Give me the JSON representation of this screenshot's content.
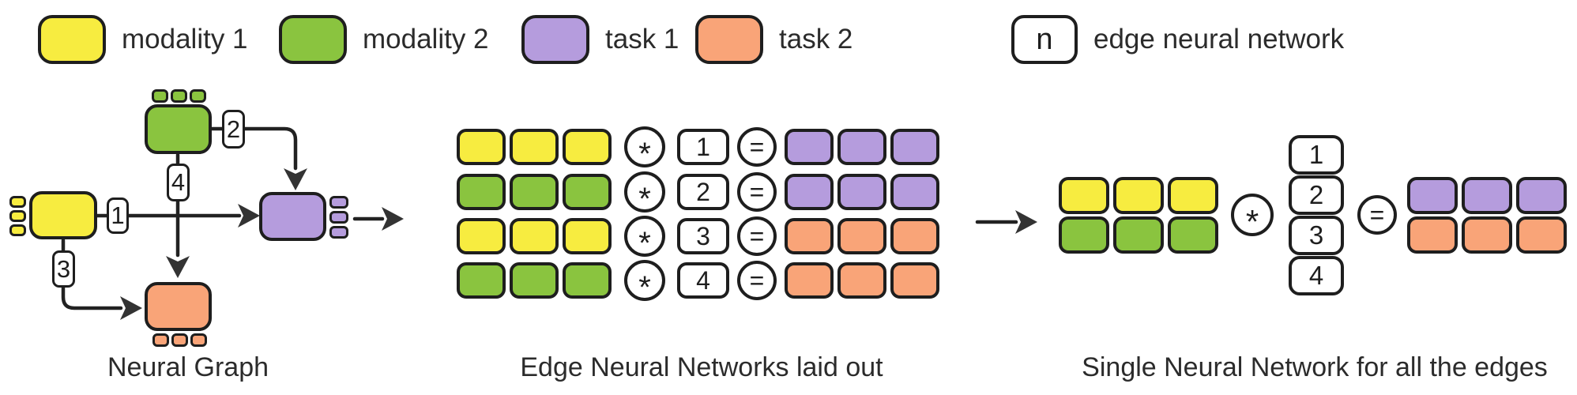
{
  "colors": {
    "modality1": "#F7EC40",
    "modality2": "#8AC43F",
    "task1": "#B59CDD",
    "task2": "#F9A478",
    "stroke": "#1E1E1E",
    "text": "#2B2B2B",
    "background": "#FFFFFF"
  },
  "legend": {
    "items": [
      {
        "id": "modality1",
        "label": "modality 1"
      },
      {
        "id": "modality2",
        "label": "modality 2"
      },
      {
        "id": "task1",
        "label": "task 1"
      },
      {
        "id": "task2",
        "label": "task 2"
      }
    ],
    "edge_nn": {
      "symbol": "n",
      "label": "edge neural network"
    }
  },
  "graph": {
    "caption": "Neural Graph",
    "nodes": [
      {
        "id": "modality1",
        "stub_side": "left",
        "stub_count": 3
      },
      {
        "id": "modality2",
        "stub_side": "top",
        "stub_count": 3
      },
      {
        "id": "task1",
        "stub_side": "right",
        "stub_count": 3
      },
      {
        "id": "task2",
        "stub_side": "bottom",
        "stub_count": 3
      }
    ],
    "edges": [
      {
        "label": "1",
        "from": "modality1",
        "to": "task1"
      },
      {
        "label": "2",
        "from": "modality2",
        "to": "task1"
      },
      {
        "label": "3",
        "from": "modality1",
        "to": "task2"
      },
      {
        "label": "4",
        "from": "modality2",
        "to": "task2"
      }
    ]
  },
  "laid_out": {
    "caption": "Edge Neural Networks laid out",
    "operator": "*",
    "equals": "=",
    "rows": [
      {
        "input": "modality1",
        "network": "1",
        "output": "task1"
      },
      {
        "input": "modality2",
        "network": "2",
        "output": "task1"
      },
      {
        "input": "modality1",
        "network": "3",
        "output": "task2"
      },
      {
        "input": "modality2",
        "network": "4",
        "output": "task2"
      }
    ]
  },
  "single": {
    "caption": "Single Neural Network for all the edges",
    "operator": "*",
    "equals": "=",
    "networks": [
      "1",
      "2",
      "3",
      "4"
    ],
    "input_rows": [
      "modality1",
      "modality2"
    ],
    "output_rows": [
      "task1",
      "task2"
    ]
  }
}
